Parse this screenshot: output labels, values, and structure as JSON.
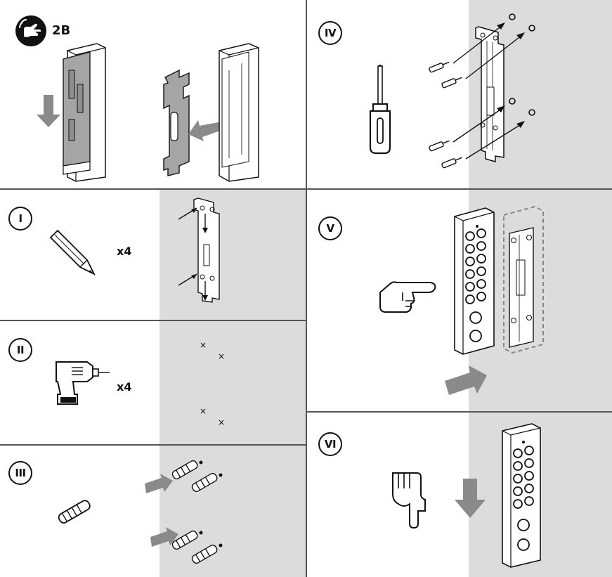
{
  "panels": {
    "p2b": {
      "label": "2B"
    },
    "p1": {
      "step": "I",
      "quantity": "x4"
    },
    "p2": {
      "step": "II",
      "quantity": "x4"
    },
    "p3": {
      "step": "III"
    },
    "p4": {
      "step": "IV"
    },
    "p5": {
      "step": "V"
    },
    "p6": {
      "step": "VI"
    }
  },
  "colors": {
    "wall": "#dcdcdc",
    "arrow_fill": "#8a8a8a",
    "plate_fill": "#a5a5a5",
    "line": "#111111"
  }
}
